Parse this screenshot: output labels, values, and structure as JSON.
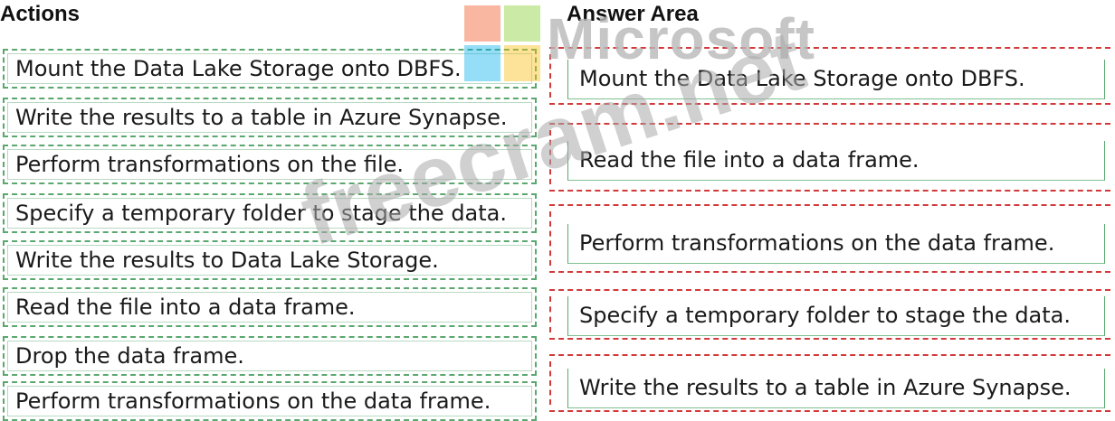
{
  "actions": {
    "heading": "Actions",
    "items": [
      "Mount the Data Lake Storage onto DBFS.",
      "Write the results to a table in Azure Synapse.",
      "Perform transformations on the file.",
      "Specify a temporary folder to stage the data.",
      "Write the results to Data Lake Storage.",
      "Read the file into a data frame.",
      "Drop the data frame.",
      "Perform transformations on the data frame."
    ]
  },
  "answer_area": {
    "heading": "Answer Area",
    "items": [
      "Mount the Data Lake Storage onto DBFS.",
      "Read the file into a data frame.",
      "Perform transformations on the data frame.",
      "Specify a temporary folder to stage the data.",
      "Write the results to a table in Azure Synapse."
    ]
  },
  "watermarks": {
    "brand": "Microsoft",
    "site": "freecram.net"
  }
}
